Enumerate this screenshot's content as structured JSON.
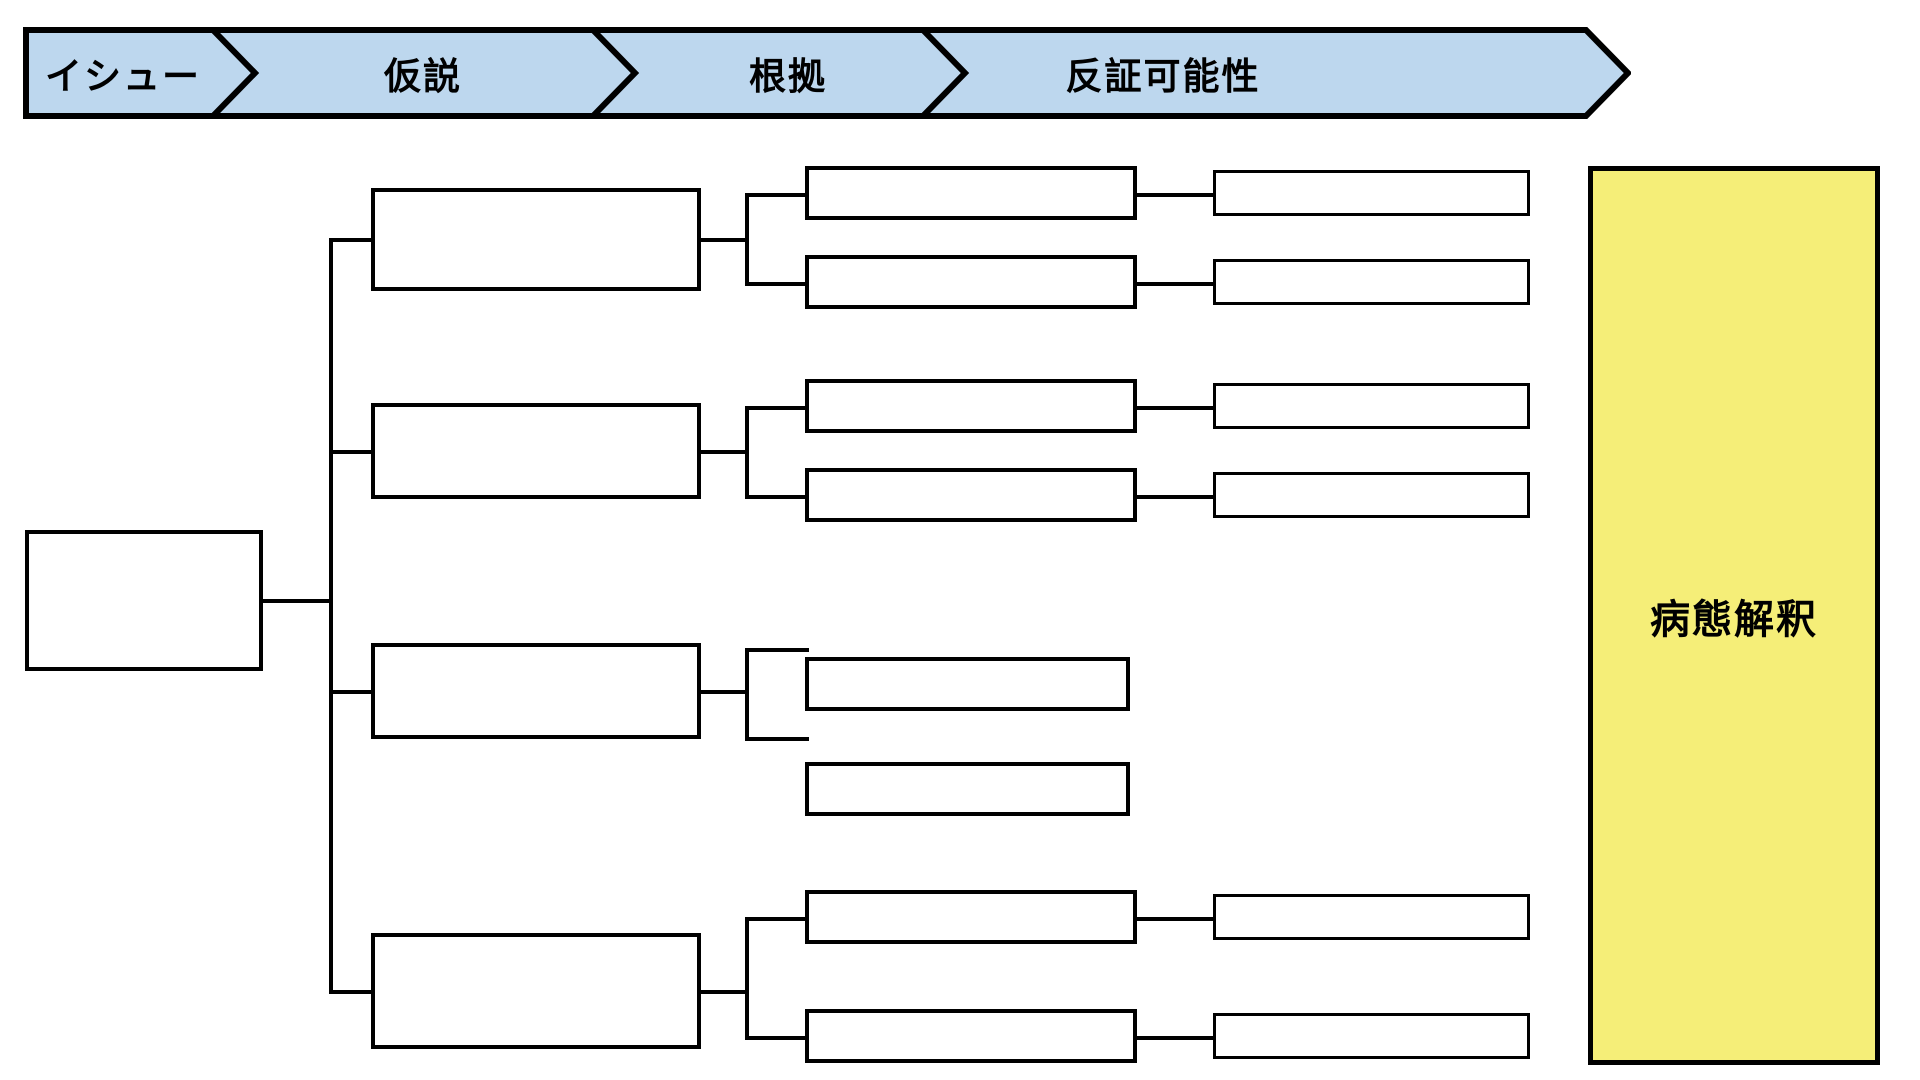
{
  "banner": {
    "name": "process-stages-banner",
    "fill_color": "#BDD7EE",
    "stroke_color": "#000000",
    "stages": [
      {
        "label": "イシュー"
      },
      {
        "label": "仮説"
      },
      {
        "label": "根拠"
      },
      {
        "label": "反証可能性"
      }
    ]
  },
  "tree": {
    "issue": {
      "label": ""
    },
    "hypotheses": [
      {
        "label": "",
        "evidence": [
          {
            "label": "",
            "falsifiability": {
              "label": ""
            }
          },
          {
            "label": "",
            "falsifiability": {
              "label": ""
            }
          }
        ]
      },
      {
        "label": "",
        "evidence": [
          {
            "label": "",
            "falsifiability": {
              "label": ""
            }
          },
          {
            "label": "",
            "falsifiability": {
              "label": ""
            }
          }
        ]
      },
      {
        "label": "",
        "evidence": [
          {
            "label": "",
            "falsifiability": null
          },
          {
            "label": "",
            "falsifiability": null
          }
        ]
      },
      {
        "label": "",
        "evidence": [
          {
            "label": "",
            "falsifiability": {
              "label": ""
            }
          },
          {
            "label": "",
            "falsifiability": {
              "label": ""
            }
          }
        ]
      }
    ]
  },
  "conclusion": {
    "label": "病態解釈",
    "fill_color": "#F5EE78",
    "stroke_color": "#000000"
  }
}
